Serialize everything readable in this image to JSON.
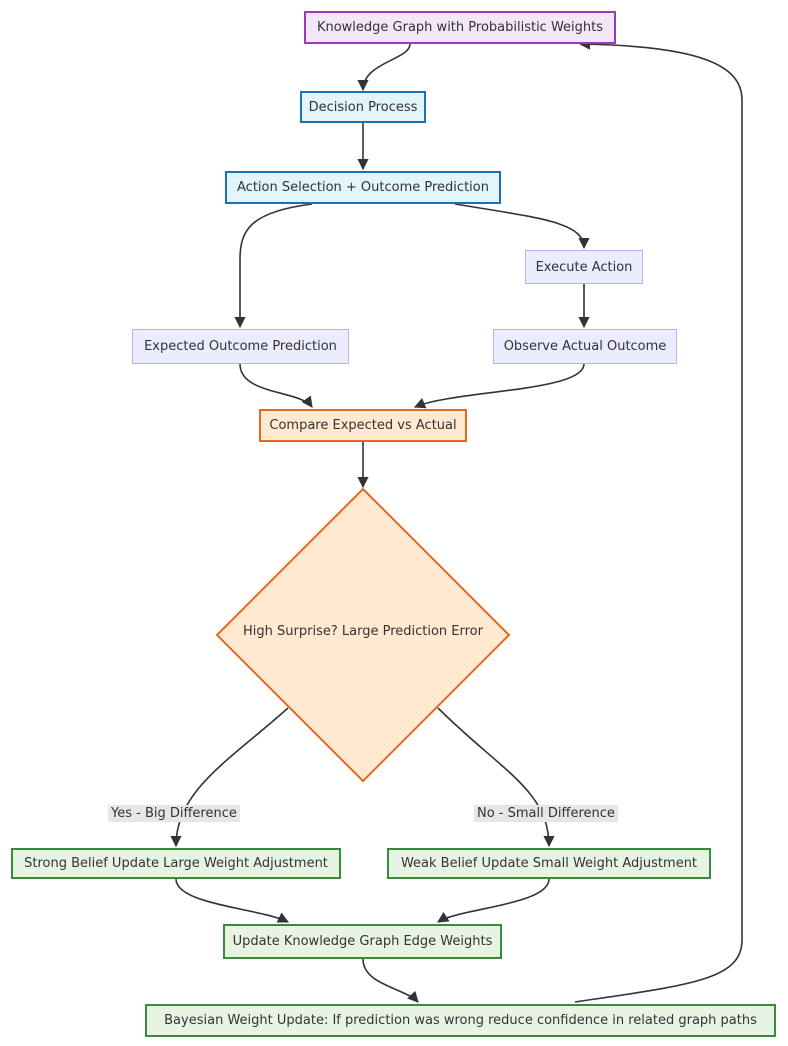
{
  "nodes": {
    "kg": "Knowledge Graph with Probabilistic Weights",
    "decision_process": "Decision Process",
    "action_selection": "Action Selection + Outcome Prediction",
    "execute_action": "Execute Action",
    "expected_outcome": "Expected Outcome Prediction",
    "observe_outcome": "Observe Actual Outcome",
    "compare": "Compare Expected vs Actual",
    "high_surprise": "High Surprise? Large Prediction Error",
    "strong_update": "Strong Belief Update Large Weight Adjustment",
    "weak_update": "Weak Belief Update Small Weight Adjustment",
    "update_kg": "Update Knowledge Graph Edge Weights",
    "bayesian": "Bayesian Weight Update: If prediction was wrong reduce confidence in related graph paths"
  },
  "edge_labels": {
    "yes": "Yes - Big Difference",
    "no": "No - Small Difference"
  },
  "colors": {
    "purple_fill": "#f3e6f8",
    "purple_border": "#9b3cb7",
    "blue_fill": "#e2f4fc",
    "blue_border": "#1f6fb5",
    "lavender_fill": "#ececff",
    "lavender_border": "#b7b0ea",
    "orange_fill": "#ffe9d1",
    "orange_border": "#e7671b",
    "green_fill": "#e7f4e4",
    "green_border": "#3b8a3b",
    "edge": "#333333"
  }
}
